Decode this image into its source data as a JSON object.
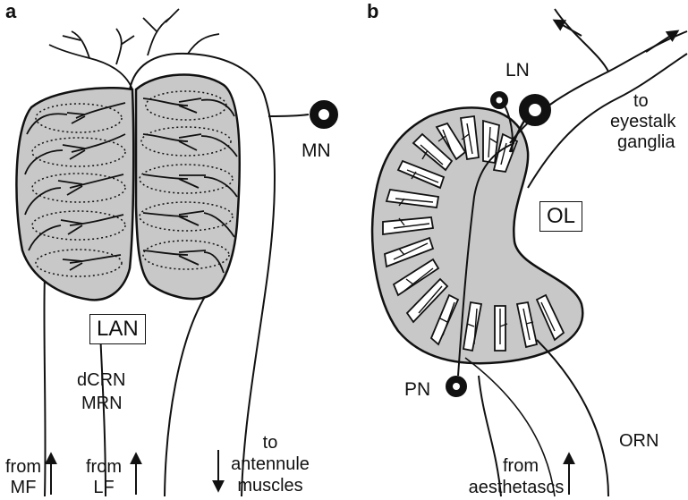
{
  "panel_a": {
    "letter": "a",
    "neuropil_label": "LAN",
    "neuron_label_mn": "MN",
    "neuron_label_dcrn": "dCRN",
    "neuron_label_mrn": "MRN",
    "from_mf_line1": "from",
    "from_mf_line2": "MF",
    "from_lf_line1": "from",
    "from_lf_line2": "LF",
    "to_muscles_line1": "to",
    "to_muscles_line2": "antennule",
    "to_muscles_line3": "muscles"
  },
  "panel_b": {
    "letter": "b",
    "neuropil_label": "OL",
    "neuron_label_ln": "LN",
    "neuron_label_pn": "PN",
    "neuron_label_orn": "ORN",
    "to_eyestalk_line1": "to",
    "to_eyestalk_line2": "eyestalk",
    "to_eyestalk_line3": "ganglia",
    "from_aesthetascs_line1": "from",
    "from_aesthetascs_line2": "aesthetascs"
  },
  "colors": {
    "neuropil_fill": "#c8c8c8",
    "outline": "#111111",
    "glomerulus_fill": "#ffffff"
  }
}
